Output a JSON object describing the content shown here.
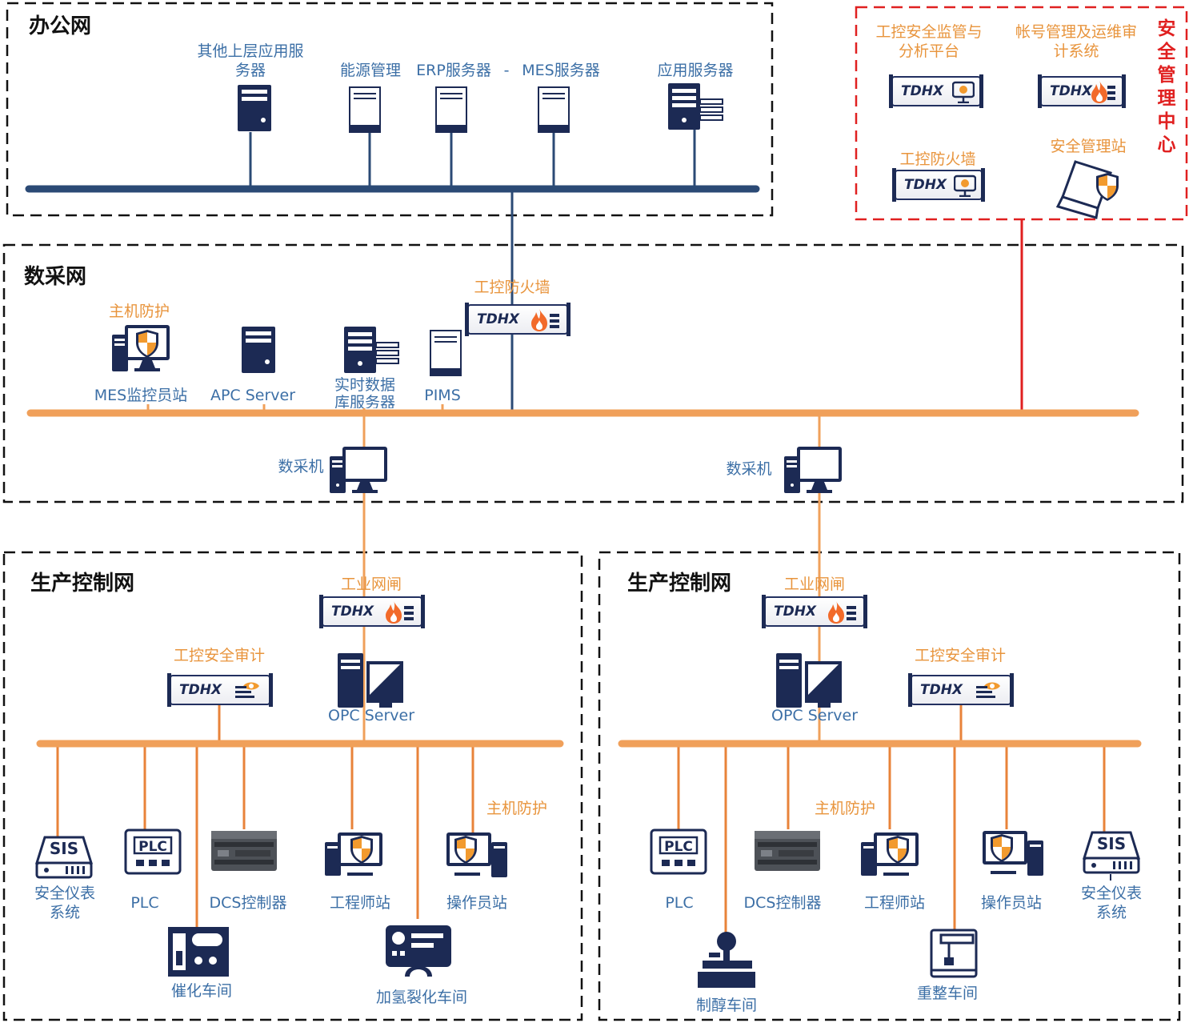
{
  "colors": {
    "navy": "#1c2a54",
    "bus_blue": "#2b4a75",
    "bus_orange": "#f0a05a",
    "label_blue": "#3c6fa6",
    "label_orange": "#e8943c",
    "security_red": "#e02020"
  },
  "zones": {
    "office": {
      "title": "办公网"
    },
    "collect": {
      "title": "数采网"
    },
    "prod_left": {
      "title": "生产控制网"
    },
    "prod_right": {
      "title": "生产控制网"
    },
    "security": {
      "title": "安全管理中心"
    }
  },
  "office": {
    "other_app": "其他上层应用服务器",
    "energy": "能源管理",
    "erp": "ERP服务器",
    "dash": "-",
    "mes": "MES服务器",
    "app": "应用服务器"
  },
  "security": {
    "audit_platform": "工控安全监管与分析平台",
    "account_audit": "帐号管理及运维审计系统",
    "firewall": "工控防火墙",
    "mgmt_station": "安全管理站",
    "brand": "TDHX"
  },
  "collect": {
    "firewall": "工控防火墙",
    "host_protect": "主机防护",
    "mes_monitor": "MES监控员站",
    "apc": "APC Server",
    "rtdb": "实时数据库服务器",
    "pims": "PIMS",
    "collector_left": "数采机",
    "collector_right": "数采机"
  },
  "prod_left": {
    "gateway": "工业网闸",
    "audit": "工控安全审计",
    "opc": "OPC Server",
    "host_protect": "主机防护",
    "sis": "安全仪表系统",
    "sis_badge": "SIS",
    "plc": "PLC",
    "plc_badge": "PLC",
    "dcs": "DCS控制器",
    "engineer": "工程师站",
    "operator": "操作员站",
    "catalysis": "催化车间",
    "hydrocrack": "加氢裂化车间"
  },
  "prod_right": {
    "gateway": "工业网闸",
    "audit": "工控安全审计",
    "opc": "OPC Server",
    "host_protect": "主机防护",
    "plc": "PLC",
    "plc_badge": "PLC",
    "dcs": "DCS控制器",
    "engineer": "工程师站",
    "operator": "操作员站",
    "sis": "安全仪表系统",
    "sis_badge": "SIS",
    "methanol": "制醇车间",
    "reforming": "重整车间"
  }
}
